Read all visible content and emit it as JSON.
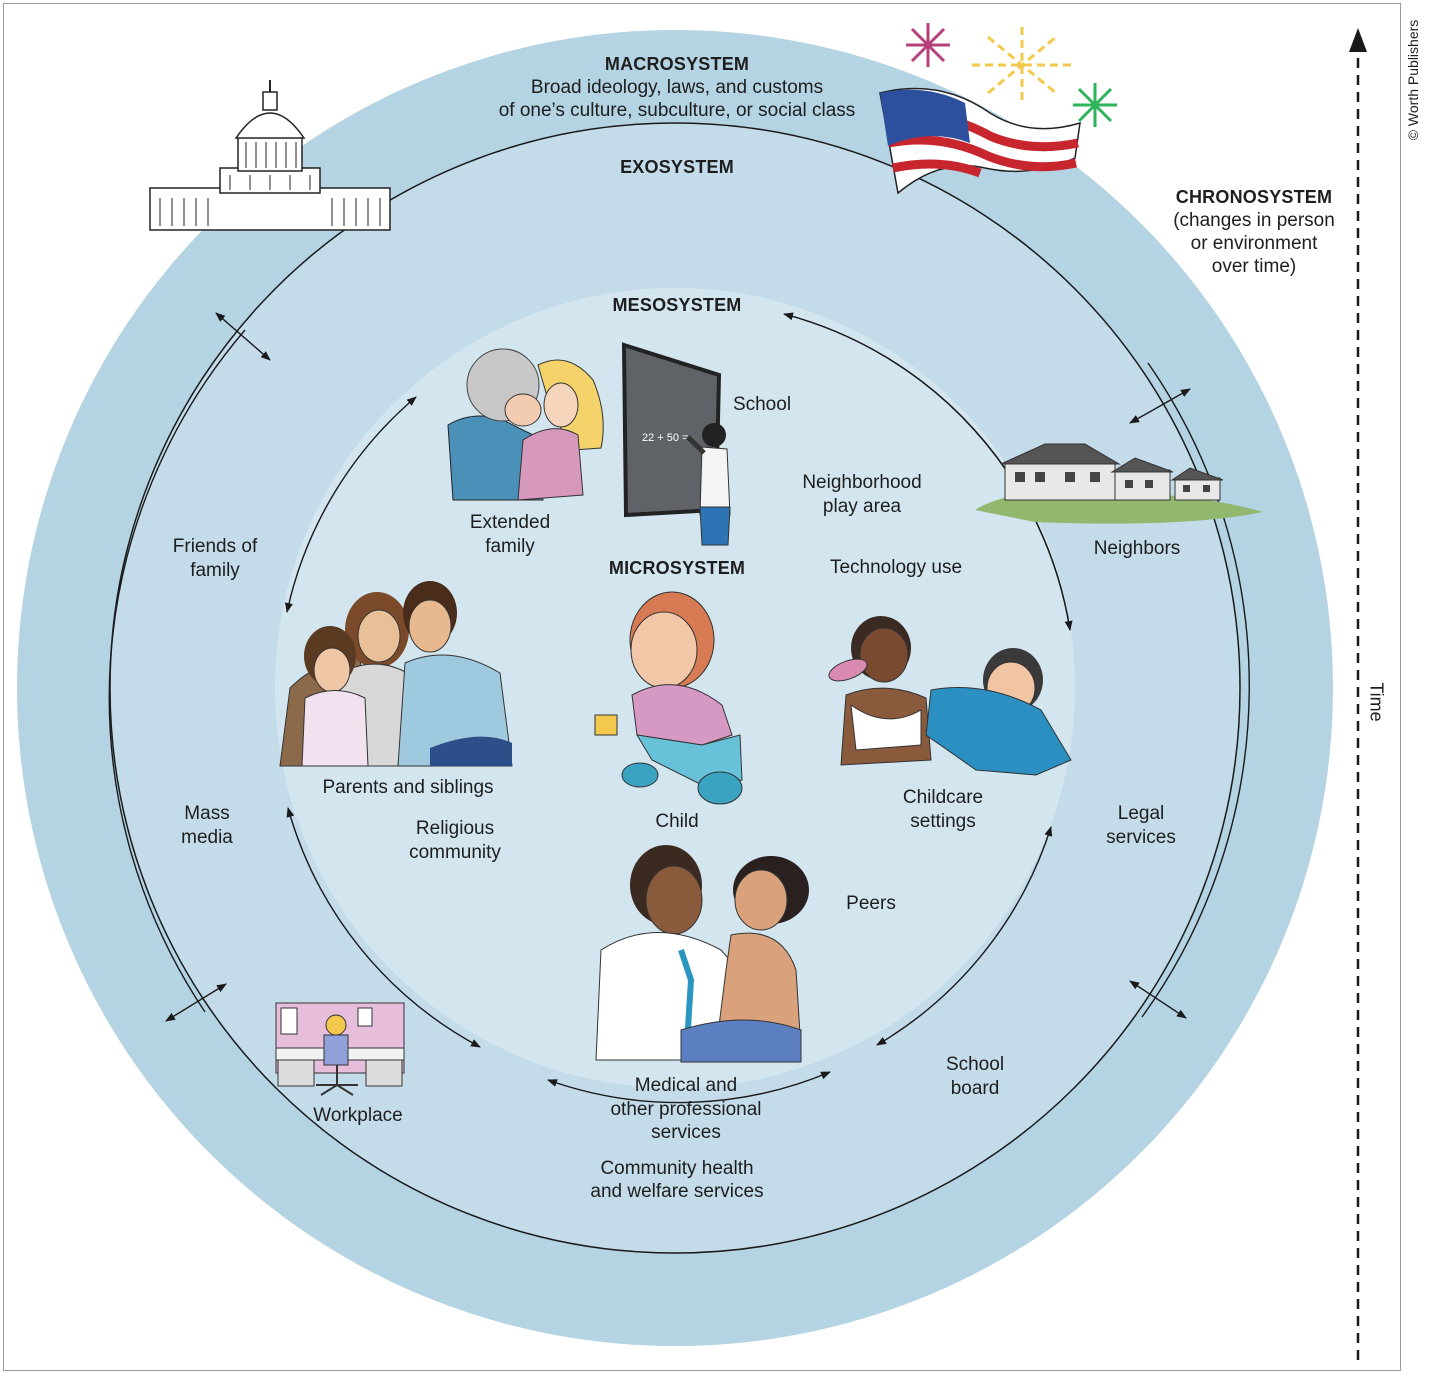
{
  "colors": {
    "macro_ring": "#b4d3e3",
    "exo_ring": "#c4dcea",
    "meso_disc": "#d3e6f0",
    "line": "#1a1a1a"
  },
  "credit": "© Worth Publishers",
  "time_axis": {
    "label": "Time"
  },
  "macrosystem": {
    "title": "MACROSYSTEM",
    "line1": "Broad ideology, laws, and customs",
    "line2": "of one’s culture, subculture, or social class"
  },
  "exosystem": {
    "title": "EXOSYSTEM"
  },
  "mesosystem": {
    "title": "MESOSYSTEM"
  },
  "microsystem": {
    "title": "MICROSYSTEM"
  },
  "chronosystem": {
    "title": "CHRONOSYSTEM",
    "line1": "(changes in person",
    "line2": "or environment",
    "line3": "over time)"
  },
  "labels": {
    "school": "School",
    "extended_family": [
      "Extended",
      "family"
    ],
    "neighborhood_play_area": [
      "Neighborhood",
      "play area"
    ],
    "technology_use": "Technology use",
    "parents_and_siblings": "Parents and siblings",
    "religious_community": [
      "Religious",
      "community"
    ],
    "child": "Child",
    "childcare_settings": [
      "Childcare",
      "settings"
    ],
    "peers": "Peers",
    "medical_services": [
      "Medical and",
      "other professional",
      "services"
    ],
    "friends_of_family": [
      "Friends of",
      "family"
    ],
    "neighbors": "Neighbors",
    "mass_media": [
      "Mass",
      "media"
    ],
    "legal_services": [
      "Legal",
      "services"
    ],
    "workplace": "Workplace",
    "school_board": [
      "School",
      "board"
    ],
    "community_health": [
      "Community health",
      "and welfare services"
    ]
  },
  "icons": [
    "capitol-building-icon",
    "flag-icon",
    "fireworks-icon",
    "houses-icon",
    "grandmother-girl-icon",
    "chalkboard-student-icon",
    "family-icon",
    "toddler-icon",
    "babies-icon",
    "doctor-patient-icon",
    "office-cubicle-icon"
  ]
}
